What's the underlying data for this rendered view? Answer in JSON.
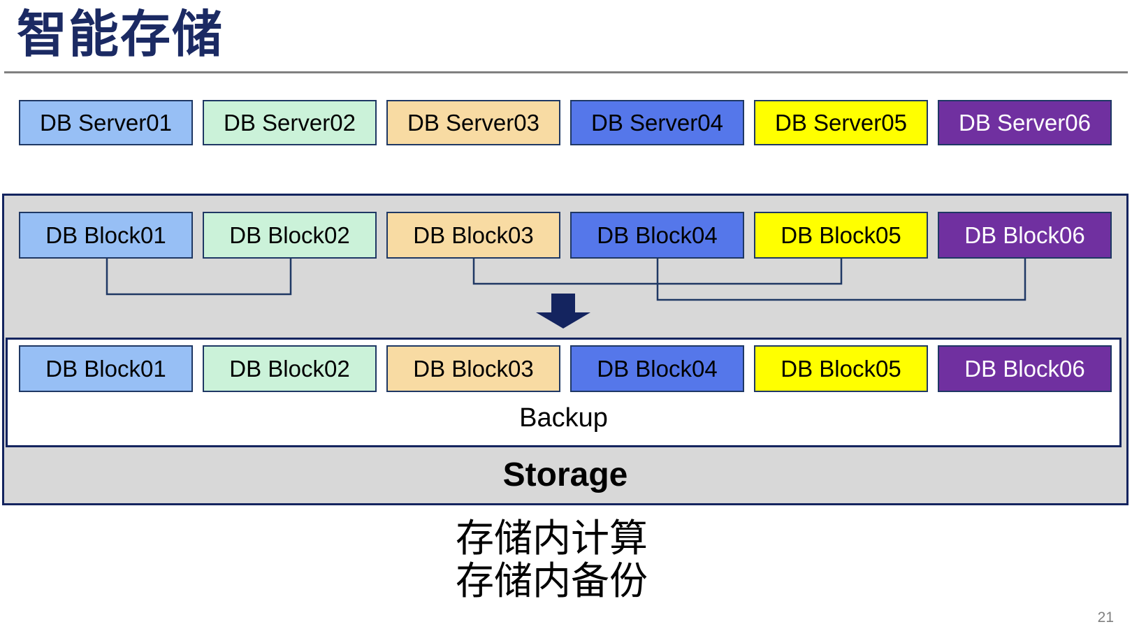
{
  "title": "智能存储",
  "server_row": {
    "items": [
      {
        "label": "DB Server01"
      },
      {
        "label": "DB Server02"
      },
      {
        "label": "DB Server03"
      },
      {
        "label": "DB Server04"
      },
      {
        "label": "DB Server05"
      },
      {
        "label": "DB Server06"
      }
    ]
  },
  "storage": {
    "top_row": {
      "items": [
        {
          "label": "DB Block01"
        },
        {
          "label": "DB Block02"
        },
        {
          "label": "DB Block03"
        },
        {
          "label": "DB Block04"
        },
        {
          "label": "DB Block05"
        },
        {
          "label": "DB Block06"
        }
      ]
    },
    "backup_box": {
      "row": {
        "items": [
          {
            "label": "DB Block01"
          },
          {
            "label": "DB Block02"
          },
          {
            "label": "DB Block03"
          },
          {
            "label": "DB Block04"
          },
          {
            "label": "DB Block05"
          },
          {
            "label": "DB Block06"
          }
        ]
      },
      "label": "Backup"
    },
    "label": "Storage"
  },
  "caption": {
    "lines": [
      "存储内计算",
      "存储内备份"
    ]
  },
  "page_number": "21",
  "palette": [
    {
      "name": "light-blue",
      "fill": "#97BFF5",
      "text": "#000000"
    },
    {
      "name": "mint-green",
      "fill": "#CBF2D9",
      "text": "#000000"
    },
    {
      "name": "wheat",
      "fill": "#F8DBA3",
      "text": "#000000"
    },
    {
      "name": "royal-blue",
      "fill": "#5577EA",
      "text": "#000000"
    },
    {
      "name": "yellow",
      "fill": "#FFFF00",
      "text": "#000000"
    },
    {
      "name": "purple",
      "fill": "#7030A0",
      "text": "#FFFFFF"
    }
  ],
  "colors": {
    "title": "#1B2A63",
    "divider": "#808080",
    "connector": "#1F3864",
    "arrow": "#14245F",
    "border": "#14245F",
    "container_fill": "#D8D8D8",
    "page_number": "#808080"
  }
}
